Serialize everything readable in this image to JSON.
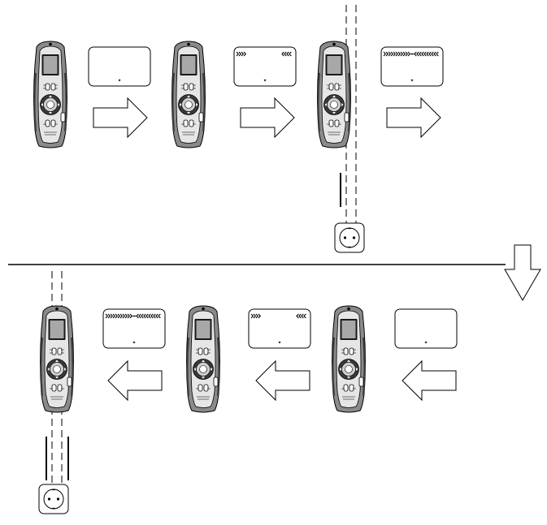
{
  "diagram": {
    "top_row": {
      "steps": [
        {
          "device": "detector",
          "display": "blank"
        },
        {
          "device": "detector",
          "display": "arrows-apart"
        },
        {
          "device": "detector",
          "display": "arrows-together",
          "aligned_with_line": true
        }
      ],
      "arrow_direction": "right",
      "socket_icon": "wall-socket-icon"
    },
    "divider": {
      "continue_arrow": "down"
    },
    "bottom_row": {
      "steps": [
        {
          "device": "detector",
          "display": "arrows-together",
          "aligned_with_line": true
        },
        {
          "device": "detector",
          "display": "arrows-apart"
        },
        {
          "device": "detector",
          "display": "blank"
        }
      ],
      "arrow_direction": "left",
      "socket_icon": "wall-socket-icon"
    },
    "colors": {
      "line": "#000000",
      "device_fill": "#d6d6d6",
      "device_dark": "#6e6e6e"
    }
  }
}
